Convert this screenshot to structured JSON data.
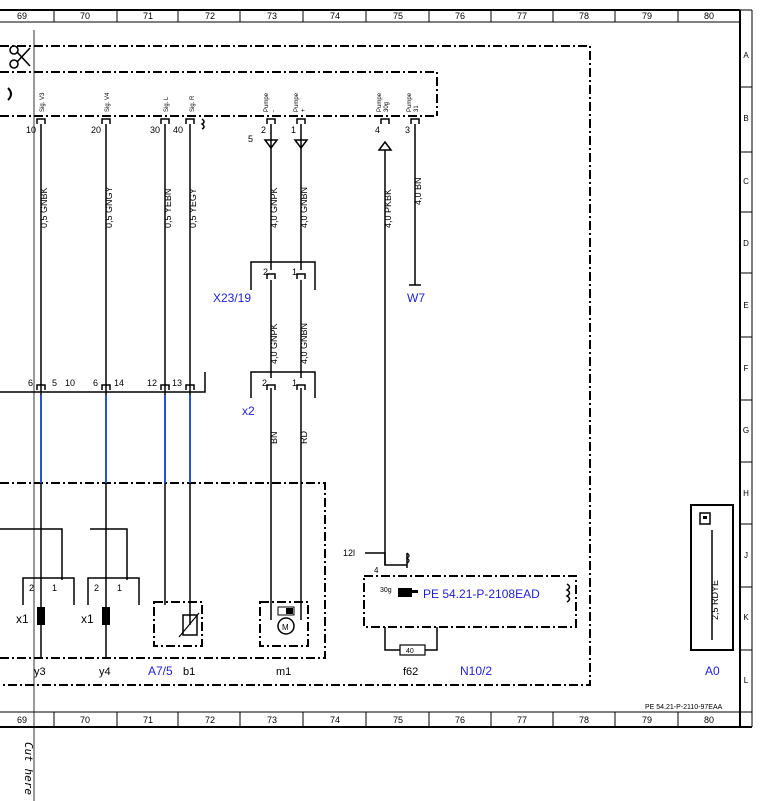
{
  "columns": [
    "69",
    "70",
    "71",
    "72",
    "73",
    "74",
    "75",
    "76",
    "77",
    "78",
    "79",
    "80"
  ],
  "rows": [
    "A",
    "B",
    "C",
    "D",
    "E",
    "F",
    "G",
    "H",
    "J",
    "K",
    "L"
  ],
  "pins_top": {
    "sig_v3": "Sig. V3",
    "sig_v4": "Sig. V4",
    "sig_l": "Sig. L",
    "sig_r": "Sig. R",
    "pumpe_minus": "Pumpe",
    "pumpe_minus_sub": "-",
    "pumpe_plus": "Pumpe",
    "pumpe_plus_sub": "+",
    "pumpe_30g": "Pumpe",
    "pumpe_30g_sub": "30g",
    "pumpe_31": "Pumpe",
    "pumpe_31_sub": "31",
    "n10": "10",
    "n20": "20",
    "n30": "30",
    "n40": "40",
    "n2": "2",
    "n1": "1",
    "n4": "4",
    "n3": "3",
    "n5": "5"
  },
  "wires": {
    "w1": "0,5 GNBK",
    "w2": "0,5 GNGY",
    "w3": "0,5 YEBN",
    "w4": "0,5 YEGY",
    "w5": "4,0 GNPK",
    "w6": "4,0 GNBN",
    "w7": "4,0 PKBK",
    "w8": "4,0 BN",
    "w9": "4,0 GNPK",
    "w10": "4,0 GNBN",
    "w11": "BN",
    "w12": "RD",
    "w13": "2,5 RDYE"
  },
  "components": {
    "x23_19": "X23/19",
    "w7": "W7",
    "x2": "x2",
    "a7_5": "A7/5",
    "n10_2": "N10/2",
    "a0": "A0",
    "y3": "y3",
    "y4": "y4",
    "b1": "b1",
    "m1": "m1",
    "f62": "f62",
    "x1a": "x1",
    "x1b": "x1"
  },
  "connector_pins": {
    "x2_6": "6",
    "x2_5": "5",
    "x2_10": "10",
    "x2_6b": "6",
    "x2_14": "14",
    "x2_12": "12",
    "x2_13": "13",
    "c2": "2",
    "c1": "1",
    "n12l": "12l",
    "n4": "4",
    "n30g": "30g",
    "fuse": "40"
  },
  "ref": {
    "link": "PE 54.21-P-2108EAD",
    "doc": "PE 54.21-P-2110-97EAA"
  },
  "cut_here": "Cut here"
}
